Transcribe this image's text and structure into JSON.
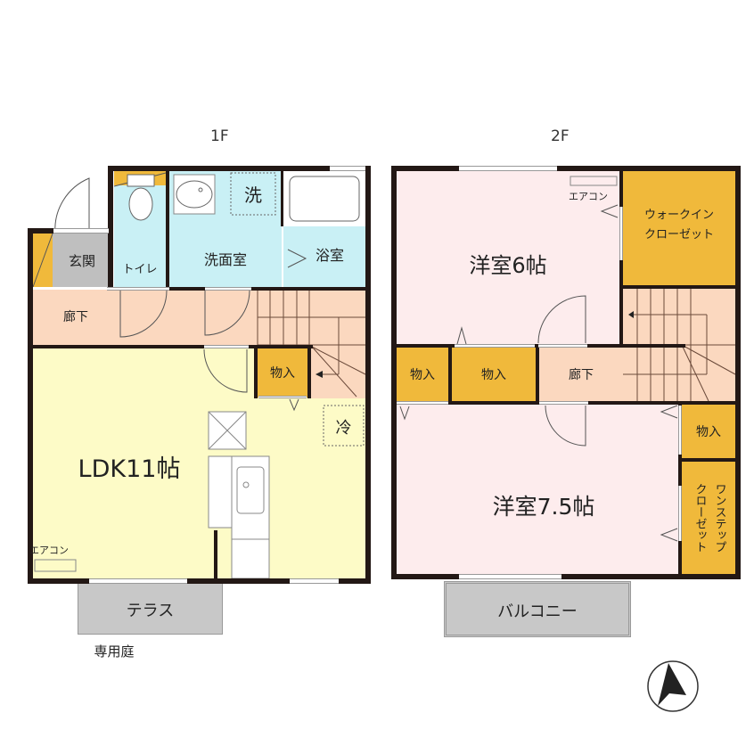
{
  "floors": {
    "first": {
      "title": "1F",
      "rooms": {
        "entrance": "玄関",
        "toilet": "トイレ",
        "washroom": "洗面室",
        "washer": "洗",
        "bathroom": "浴室",
        "hallway": "廊下",
        "storage": "物入",
        "fridge": "冷",
        "ldk": "LDK11帖",
        "aircon": "エアコン",
        "terrace": "テラス",
        "private_garden": "専用庭"
      }
    },
    "second": {
      "title": "2F",
      "rooms": {
        "western_6": "洋室6帖",
        "aircon": "エアコン",
        "walk_in_closet_1": "ウォークイン",
        "walk_in_closet_2": "クローゼット",
        "storage_1": "物入",
        "storage_2": "物入",
        "hallway": "廊下",
        "storage_3": "物入",
        "western_75": "洋室7.5帖",
        "one_step_closet_1": "ワンステップ",
        "one_step_closet_2": "クローゼット",
        "balcony": "バルコニー"
      }
    }
  },
  "colors": {
    "wall": "#231815",
    "hallway": "#fbd8bf",
    "wet_area": "#c9f0f5",
    "storage": "#f0b93b",
    "ldk": "#fdfbc7",
    "bedroom": "#fdeced",
    "entrance": "#bfbfbf",
    "outdoor": "#c8c8c8"
  },
  "compass": {
    "direction": "north"
  }
}
